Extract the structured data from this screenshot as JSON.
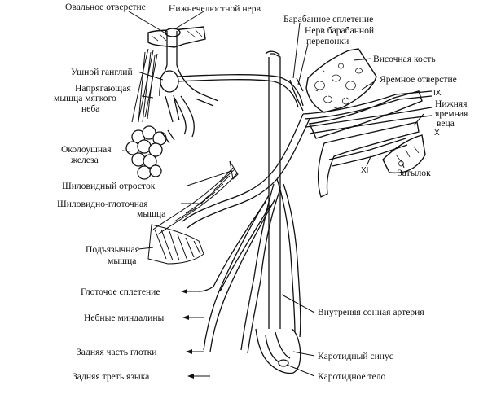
{
  "labels": {
    "ovalnoe_otverstie": "Овальное отверстие",
    "nizhnechelyustnoy_nerv": "Нижнечелюстной нерв",
    "barabannoe_spletenie": "Барабанное сплетение",
    "nerv_barabannoy_1": "Нерв барабанной",
    "nerv_barabannoy_2": "перепонки",
    "visochnaya_kost": "Височная кость",
    "ushnoy_ganglii": "Ушной ганглий",
    "yaremnoe_otverstie": "Яремное отверстие",
    "napryagayushchaya_1": "Напрягающая",
    "napryagayushchaya_2": "мышца мягкого",
    "napryagayushchaya_3": "неба",
    "nizhnyaya_yaremnaya_1": "Нижняя",
    "nizhnyaya_yaremnaya_2": "яремная",
    "nizhnyaya_yaremnaya_3": "веца",
    "okoloushnaya_1": "Околоушная",
    "okoloushnaya_2": "железа",
    "shilovidny_otrostok": "Шиловидный отросток",
    "shilo_glotochnaya_1": "Шиловидно-глоточная",
    "shilo_glotochnaya_2": "мышца",
    "zatylok": "Затылок",
    "podyazychnaya_1": "Подъязычная",
    "podyazychnaya_2": "мышца",
    "glotochnoe_spletenie": "Глоточое сплетение",
    "nebnye_mindaliny": "Небные миндалины",
    "vnutrennyaya_sonnaya": "Внутреняя сонная артерия",
    "zadnyaya_chast_glotki": "Задняя часть глотки",
    "karotidny_sinus": "Каротидный синус",
    "zadnyaya_tret_yazyka": "Задняя треть языка",
    "karotidnoe_telo": "Каротидное тело"
  },
  "cranial_nerves": {
    "ix": "IX",
    "x": "X",
    "xi": "XI"
  },
  "colors": {
    "line": "#111111",
    "background": "#ffffff"
  }
}
